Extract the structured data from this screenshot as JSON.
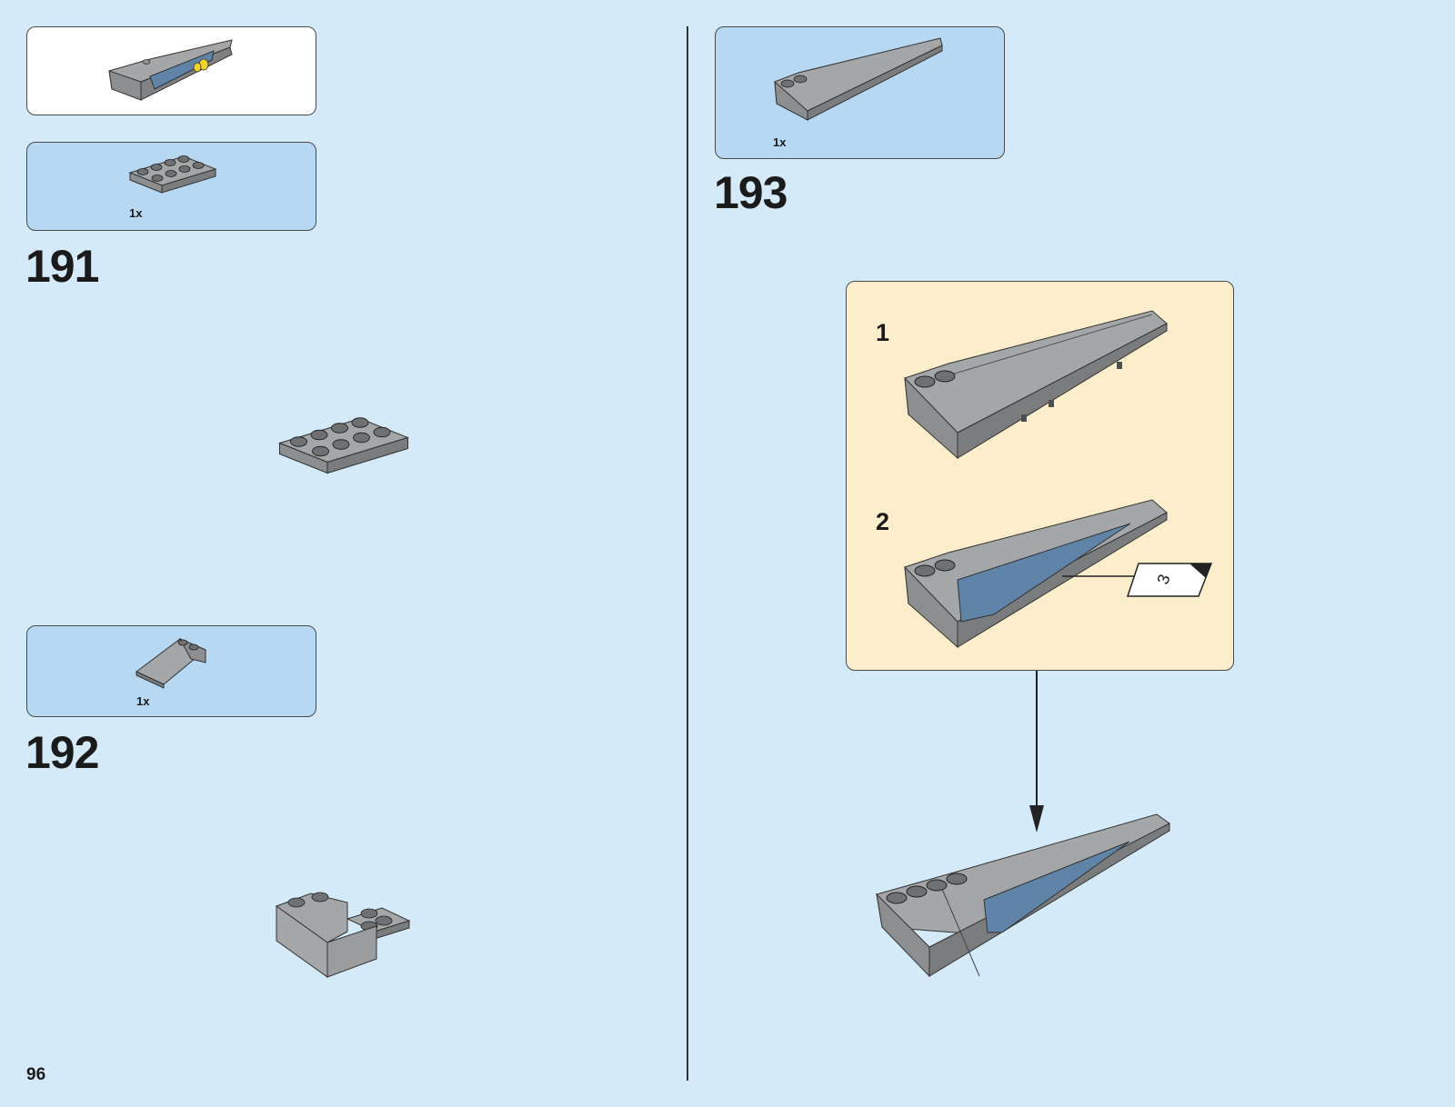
{
  "page": {
    "number": "96"
  },
  "steps": [
    {
      "number": "191",
      "parts": [
        {
          "qty": "1x",
          "name": "plate-2x4"
        }
      ]
    },
    {
      "number": "192",
      "parts": [
        {
          "qty": "1x",
          "name": "slope-2x2"
        }
      ]
    },
    {
      "number": "193",
      "parts": [
        {
          "qty": "1x",
          "name": "wedge-slope"
        }
      ],
      "substeps": [
        {
          "number": "1"
        },
        {
          "number": "2"
        }
      ],
      "sticker": {
        "label": "3"
      }
    }
  ],
  "colors": {
    "background": "#d5eaf8",
    "parts_panel": "#b7d8f2",
    "callout": "#fdeecb",
    "brick_grey": "#a4a6a8",
    "sticker_blue": "#5f84a8"
  }
}
